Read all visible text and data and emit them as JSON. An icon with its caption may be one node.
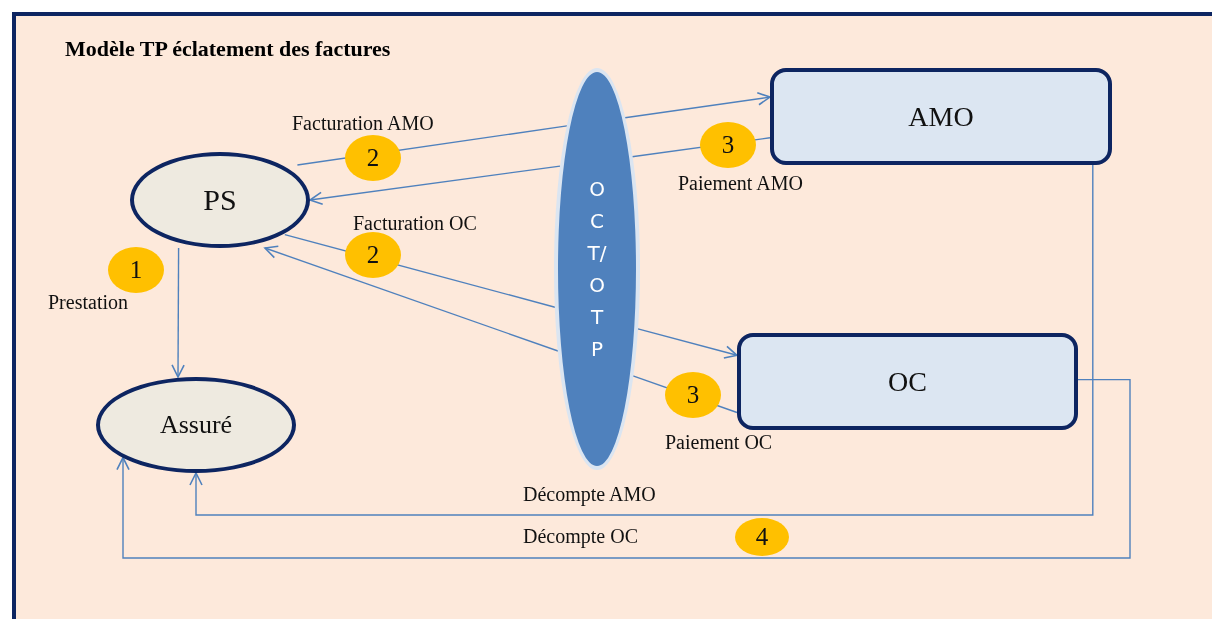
{
  "diagram": {
    "title": "Modèle TP éclatement des factures",
    "nodes": [
      {
        "text": [
          "PS"
        ]
      },
      {
        "text": [
          "Assuré"
        ]
      },
      {
        "text": [
          "O C T/ O T P"
        ]
      },
      {
        "text": [
          "AMO"
        ]
      },
      {
        "text": [
          "OC"
        ]
      }
    ],
    "edges": [
      {
        "from": 0,
        "to": 2,
        "arrow": "none",
        "label": "2"
      },
      {
        "from": 2,
        "to": 3,
        "arrow": "to"
      },
      {
        "from": 3,
        "to": 2,
        "arrow": "none",
        "label": "3"
      },
      {
        "from": 2,
        "to": 0,
        "arrow": "to"
      },
      {
        "from": 0,
        "to": 2,
        "arrow": "none",
        "label": "2"
      },
      {
        "from": 2,
        "to": 4,
        "arrow": "to"
      },
      {
        "from": 4,
        "to": 2,
        "arrow": "none",
        "label": "3"
      },
      {
        "from": 2,
        "to": 0,
        "arrow": "to"
      },
      {
        "from": 0,
        "to": 1,
        "arrow": "to"
      },
      {
        "from": 3,
        "to": 1,
        "arrow": "to"
      },
      {
        "from": 4,
        "to": 1,
        "arrow": "to"
      }
    ],
    "labels": [
      "Facturation AMO",
      "Paiement AMO",
      "Facturation OC",
      "1",
      "Prestation",
      "Paiement OC",
      "Décompte AMO",
      "Décompte OC",
      "4"
    ]
  }
}
